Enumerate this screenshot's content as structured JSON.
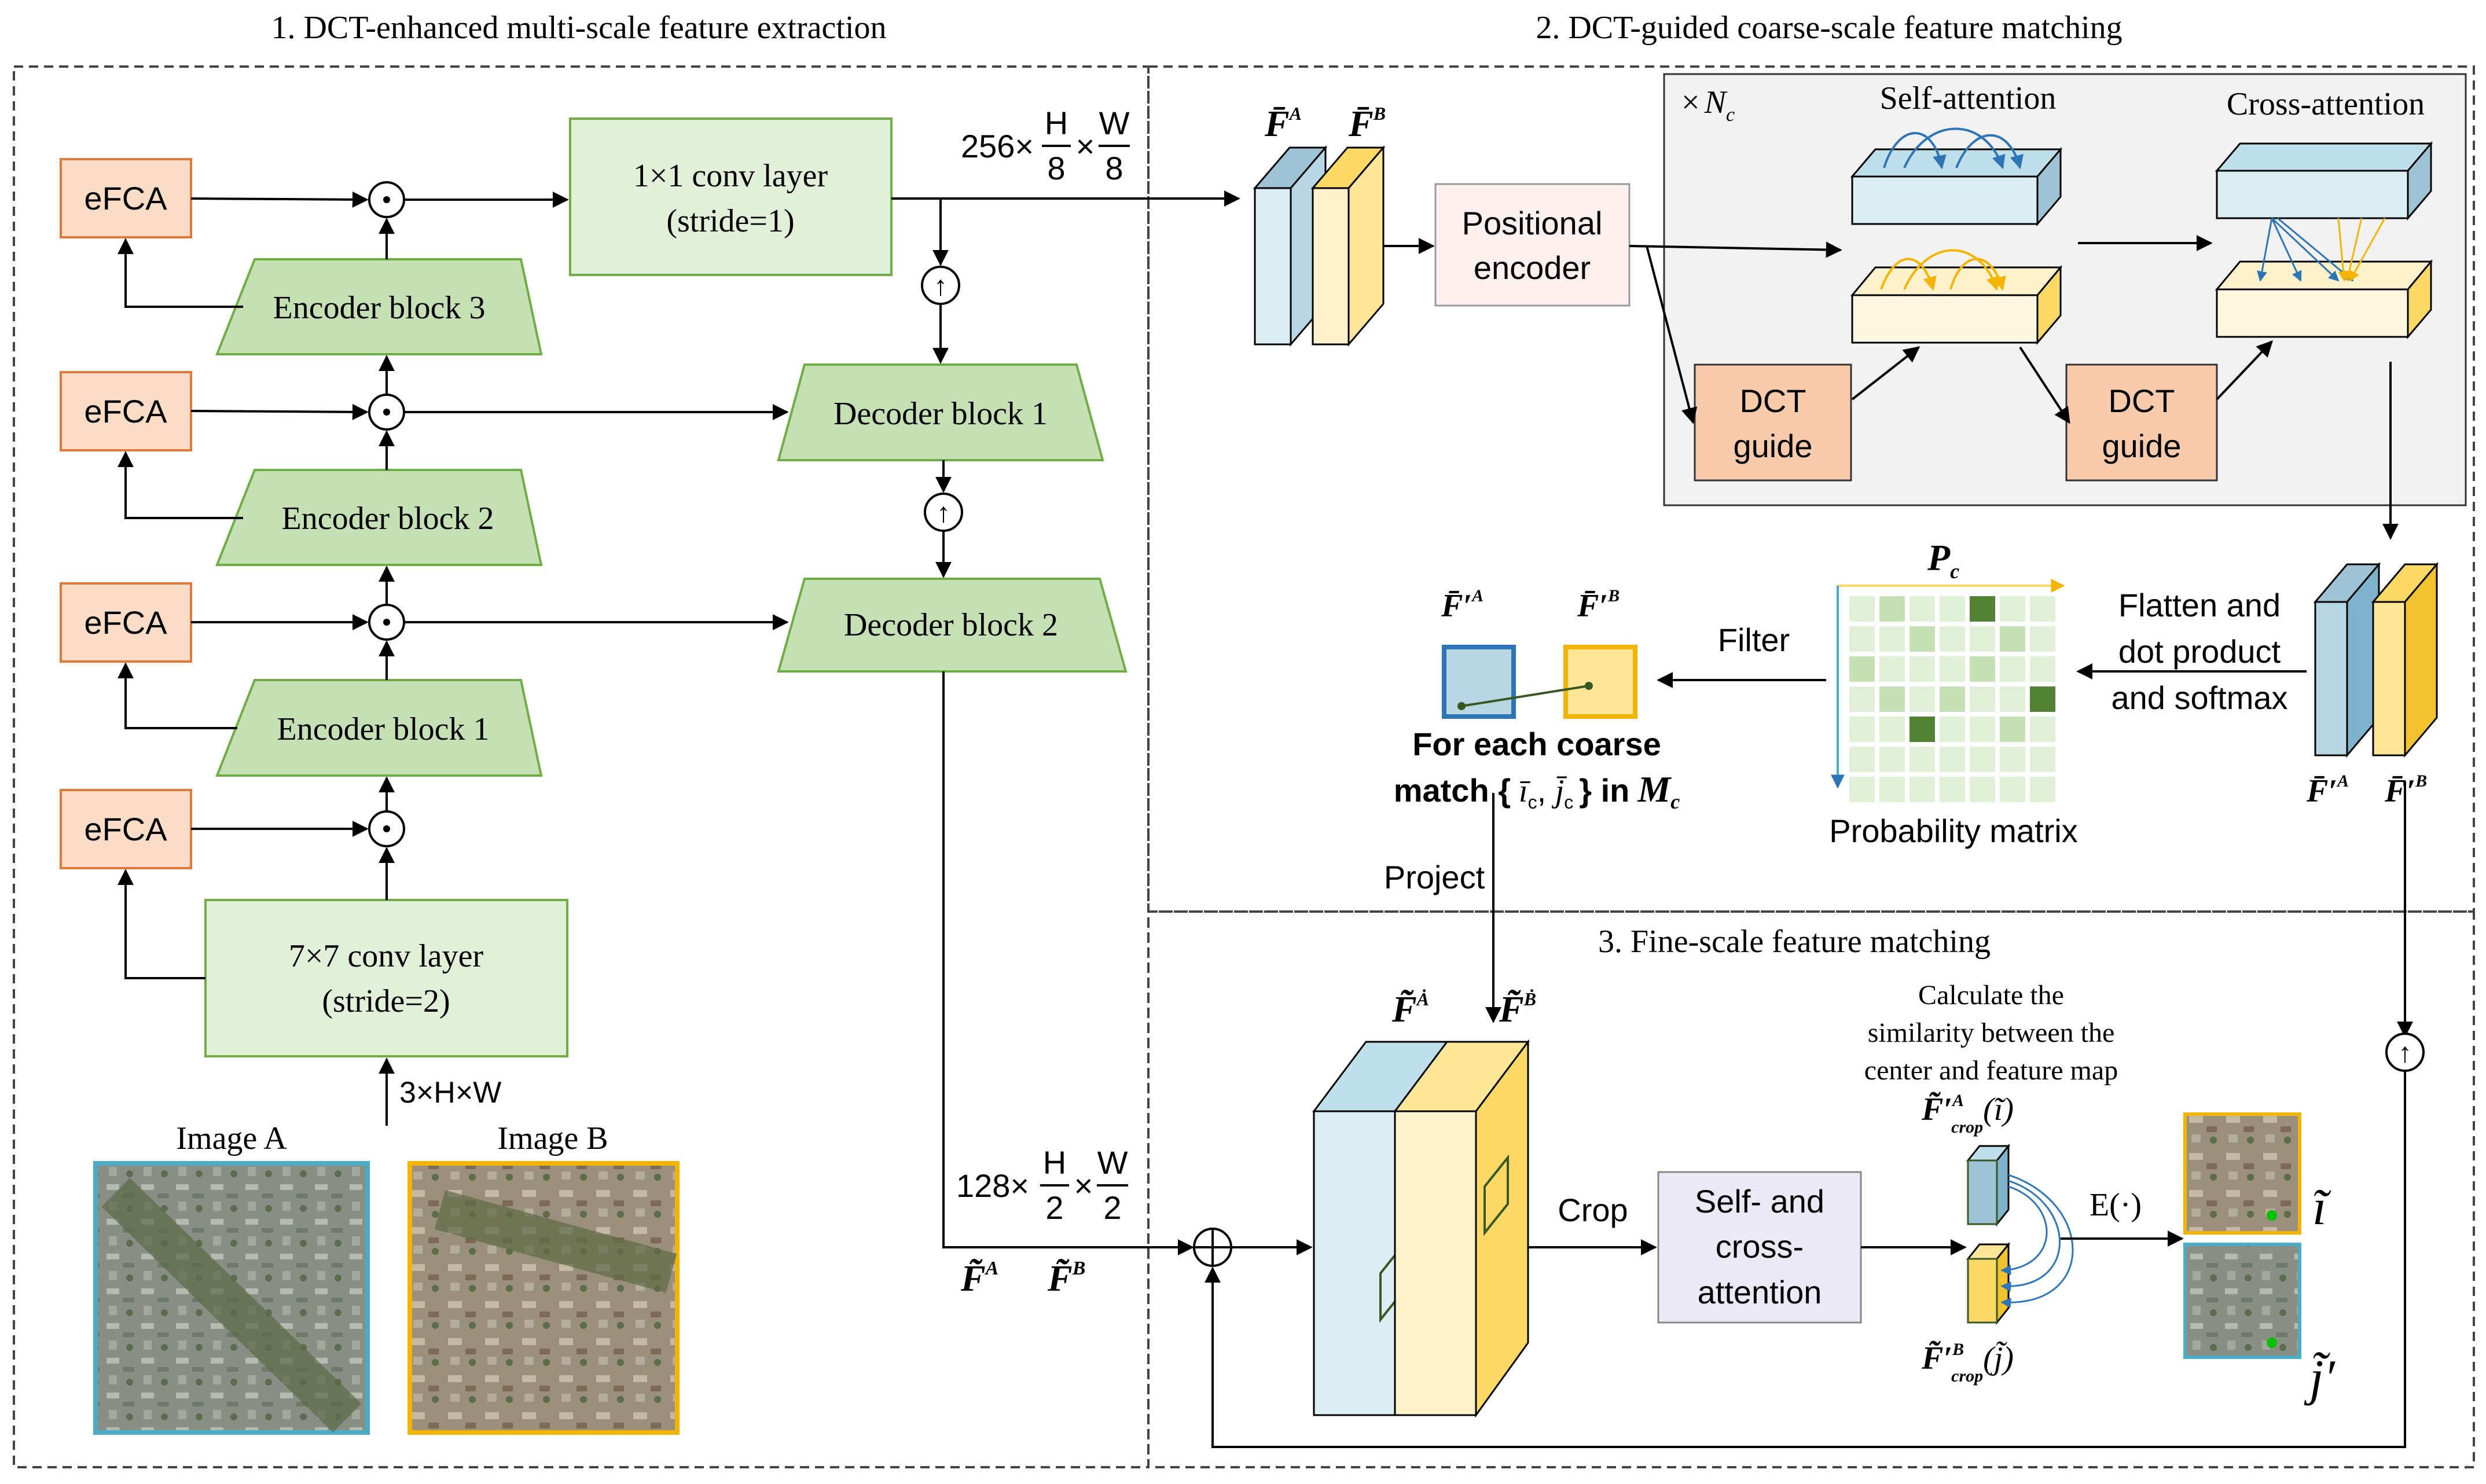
{
  "sections": {
    "s1_title": "1. DCT-enhanced multi-scale feature extraction",
    "s2_title": "2. DCT-guided coarse-scale feature matching",
    "s3_title": "3. Fine-scale feature matching"
  },
  "stage1": {
    "efca_label": "eFCA",
    "conv1x1_line1": "1×1 conv layer",
    "conv1x1_line2": "(stride=1)",
    "encoder3": "Encoder block 3",
    "encoder2": "Encoder block 2",
    "encoder1": "Encoder block 1",
    "decoder1": "Decoder block 1",
    "decoder2": "Decoder block 2",
    "conv7x7_line1": "7×7 conv layer",
    "conv7x7_line2": "(stride=2)",
    "input_dim": "3×H×W",
    "image_a": "Image A",
    "image_b": "Image B",
    "coarse_dim_prefix": "256×",
    "fine_dim_prefix": "128×",
    "frac_h": "H",
    "frac_w": "W",
    "denom_8": "8",
    "denom_2": "2",
    "times": "×",
    "dot_symbol": "⊙",
    "up_symbol": "↑",
    "fine_feat_a": "F̃",
    "fine_feat_b": "F̃",
    "sup_a": "A",
    "sup_b": "B"
  },
  "stage2": {
    "feat_a": "F̄",
    "feat_b": "F̄",
    "sup_a": "A",
    "sup_b": "B",
    "nc_times": "×",
    "nc_label": "N",
    "nc_sub": "c",
    "self_attention": "Self-attention",
    "cross_attention": "Cross-attention",
    "pos_enc_line1": "Positional",
    "pos_enc_line2": "encoder",
    "dct_line1": "DCT",
    "dct_line2": "guide",
    "pc_label": "P",
    "pc_sub": "c",
    "prob_matrix": "Probability matrix",
    "flatten_line1": "Flatten and",
    "flatten_line2": "dot product",
    "flatten_line3": "and softmax",
    "filter": "Filter",
    "feat_prime_a": "F̄′",
    "feat_prime_b": "F̄′",
    "coarse_line1": "For each coarse",
    "coarse_line2_a": "match {",
    "coarse_i": "ī",
    "coarse_j": "j̄",
    "coarse_sub": "c",
    "coarse_line2_b": "} in",
    "mc_label": "M",
    "mc_sub": "c"
  },
  "stage3": {
    "project": "Project",
    "crop": "Crop",
    "attn_line1": "Self- and",
    "attn_line2": "cross-",
    "attn_line3": "attention",
    "calc_line1": "Calculate the",
    "calc_line2": "similarity between the",
    "calc_line3": "center and feature map",
    "crop_feat": "F̃′",
    "crop_sub": "crop",
    "crop_arg_i": "(ĩ)",
    "crop_arg_j": "(j̃)",
    "expectation": "E(·)",
    "out_i": "ĩ",
    "out_j": "j̃′",
    "fine_a": "F̃",
    "fine_b": "F̃",
    "dot_a": "Ȧ",
    "dot_b": "Ḃ",
    "plus_symbol": "⊕"
  },
  "colors": {
    "efca_fill": "#fbdcc6",
    "efca_stroke": "#e07a3a",
    "green_fill": "#e2efd9",
    "green_trap": "#c5e0b4",
    "green_stroke": "#70ad47",
    "blue_front": "#dbeef4",
    "blue_side": "#9dc3d4",
    "yellow_front": "#fff2cc",
    "yellow_side": "#ffd966",
    "dct_fill": "#f8cbad",
    "grey_panel": "#f2f2f2",
    "pos_fill": "#fdf0ef",
    "attn_fill": "#ebe9f5",
    "image_a_border": "#4bacc6",
    "image_b_border": "#f2b400"
  },
  "matrix": {
    "dark_cells": [
      [
        0,
        4
      ],
      [
        3,
        6
      ],
      [
        4,
        2
      ]
    ],
    "light_cells": [
      [
        1,
        2
      ],
      [
        2,
        4
      ],
      [
        2,
        0
      ],
      [
        3,
        3
      ],
      [
        1,
        5
      ],
      [
        0,
        1
      ],
      [
        4,
        5
      ],
      [
        3,
        1
      ]
    ]
  }
}
